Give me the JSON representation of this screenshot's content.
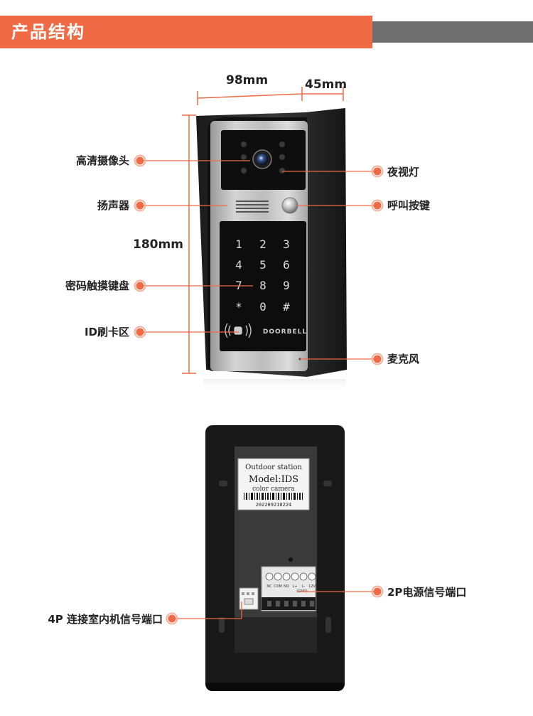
{
  "header": {
    "title": "产品结构"
  },
  "dimensions": {
    "width": "98mm",
    "depth": "45mm",
    "height": "180mm"
  },
  "front_labels": {
    "camera": "高清摄像头",
    "speaker": "扬声器",
    "keypad": "密码触摸键盘",
    "id_card": "ID刷卡区",
    "night_light": "夜视灯",
    "call_button": "呼叫按键",
    "microphone": "麦克风"
  },
  "keypad_keys": [
    "1",
    "2",
    "3",
    "4",
    "5",
    "6",
    "7",
    "8",
    "9",
    "*",
    "0",
    "#"
  ],
  "brand": "DOORBELL",
  "back_labels": {
    "power_port": "2P电源信号端口",
    "indoor_port": "4P 连接室内机信号端口"
  },
  "sticker": {
    "line1": "Outdoor station",
    "line2": "Model:IDS",
    "line3": "color camera",
    "serial": "202209210224"
  },
  "terminal_labels": [
    "NC",
    "COM",
    "NO",
    "L+",
    "L-",
    "12V"
  ],
  "terminal_note": "(GND)",
  "colors": {
    "accent": "#ef6a45",
    "header_gray": "#6f6f6f"
  }
}
